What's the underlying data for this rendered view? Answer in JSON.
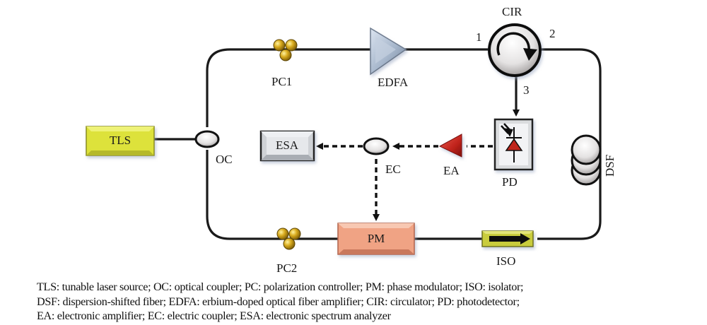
{
  "figure": {
    "components": {
      "tls": "TLS",
      "oc": "OC",
      "pc1": "PC1",
      "pc2": "PC2",
      "edfa": "EDFA",
      "cir": "CIR",
      "cir_port1": "1",
      "cir_port2": "2",
      "cir_port3": "3",
      "dsf": "DSF",
      "pd": "PD",
      "ea": "EA",
      "ec": "EC",
      "esa": "ESA",
      "pm": "PM",
      "iso": "ISO"
    },
    "colors": {
      "tls_fill": "#dde23a",
      "pm_fill": "#f0a384",
      "iso_fill": "#c9cc3c",
      "ea_fill": "#cc2a22",
      "pc_gold": "#d2a51c",
      "edfa_fill": "#a9b8cc",
      "fiber": "#1a1a1a"
    }
  },
  "caption": {
    "lines": [
      "TLS: tunable laser source; OC: optical coupler; PC: polarization controller; PM: phase modulator; ISO: isolator;",
      "DSF: dispersion-shifted fiber; EDFA: erbium-doped optical fiber amplifier; CIR: circulator; PD: photodetector;",
      "EA: electronic amplifier; EC: electric coupler; ESA: electronic spectrum analyzer"
    ]
  }
}
